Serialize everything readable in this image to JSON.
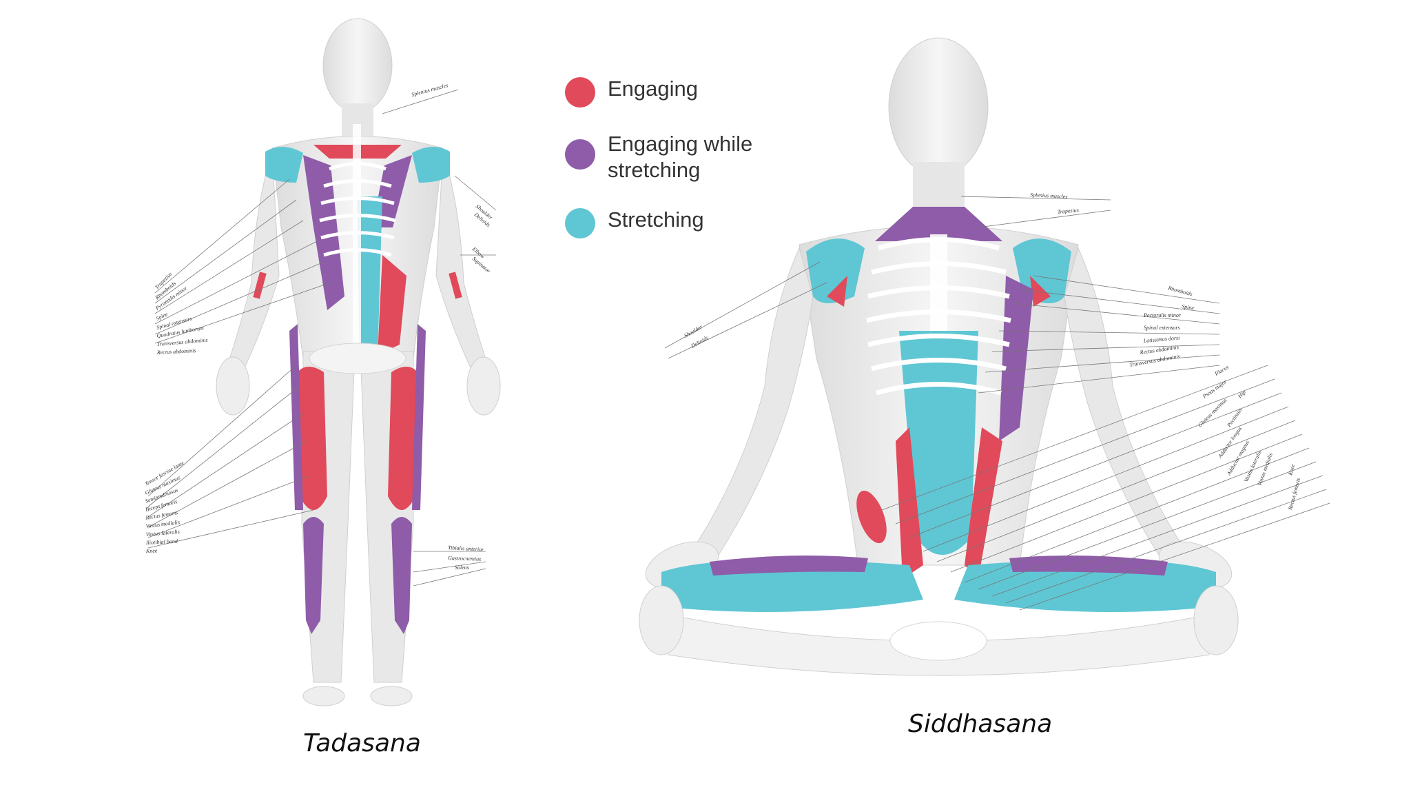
{
  "legend": {
    "items": [
      {
        "label": "Engaging",
        "color": "#e04a5a"
      },
      {
        "label": "Engaging while\nstretching",
        "color": "#8e5ca8"
      },
      {
        "label": "Stretching",
        "color": "#5fc6d4"
      }
    ]
  },
  "figures": {
    "left": {
      "caption": "Tadasana",
      "labels": [
        "Splenius muscles",
        "Shoulder",
        "Deltoids",
        "Elbow",
        "Supinator",
        "Trapezius",
        "Rhomboids",
        "Pyramidis minor",
        "Spine",
        "Spinal extensors",
        "Quadratus lumborum",
        "Transversus abdominis",
        "Rectus abdominis",
        "Tensor fasciae latae",
        "Gluteus maximus",
        "Semitendinosus",
        "Biceps femoris",
        "Rectus femoris",
        "Vastus medialis",
        "Vastus lateralis",
        "Iliotibial band",
        "Knee",
        "Tibialis anterior",
        "Gastrocnemius",
        "Soleus"
      ]
    },
    "right": {
      "caption": "Siddhasana",
      "labels": [
        "Splenius muscles",
        "Trapezius",
        "Shoulder",
        "Deltoids",
        "Rhomboids",
        "Spine",
        "Pectoralis minor",
        "Spinal extensors",
        "Latissimus dorsi",
        "Rectus abdominis",
        "Transversus abdominis",
        "Iliacus",
        "Psoas major",
        "Hip",
        "Gluteus maximus",
        "Pectineus",
        "Adductor longus",
        "Adductor magnus",
        "Vastus lateralis",
        "Vastus medialis",
        "Knee",
        "Rectus femoris"
      ]
    }
  },
  "colors": {
    "engaging": "#e04a5a",
    "engaging_stretching": "#8e5ca8",
    "stretching": "#5fc6d4",
    "body": "#ececec",
    "bone": "#ffffff",
    "outline": "#c9c9c9"
  }
}
